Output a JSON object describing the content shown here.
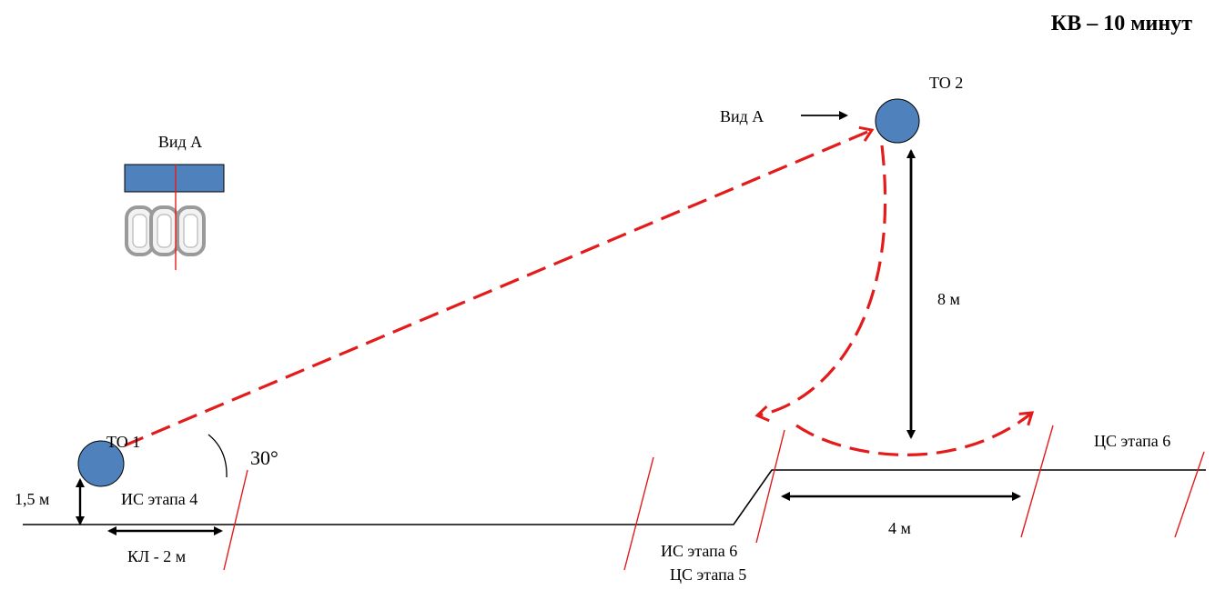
{
  "title": "КВ – 10 минут",
  "labels": {
    "to1": "ТО 1",
    "to2": "ТО 2",
    "view_a_top": "Вид А",
    "view_a_arrow": "Вид А",
    "angle": "30°",
    "height_to1": "1,5 м",
    "is_stage4": "ИС этапа 4",
    "kl": "КЛ - 2 м",
    "is_stage6": "ИС этапа 6",
    "cs_stage5": "ЦС этапа 5",
    "cs_stage6": "ЦС этапа 6",
    "dist_4m": "4 м",
    "height_8m": "8 м"
  },
  "colors": {
    "node_fill": "#4f81bd",
    "rope": "#e31b1b",
    "line": "#000000"
  }
}
